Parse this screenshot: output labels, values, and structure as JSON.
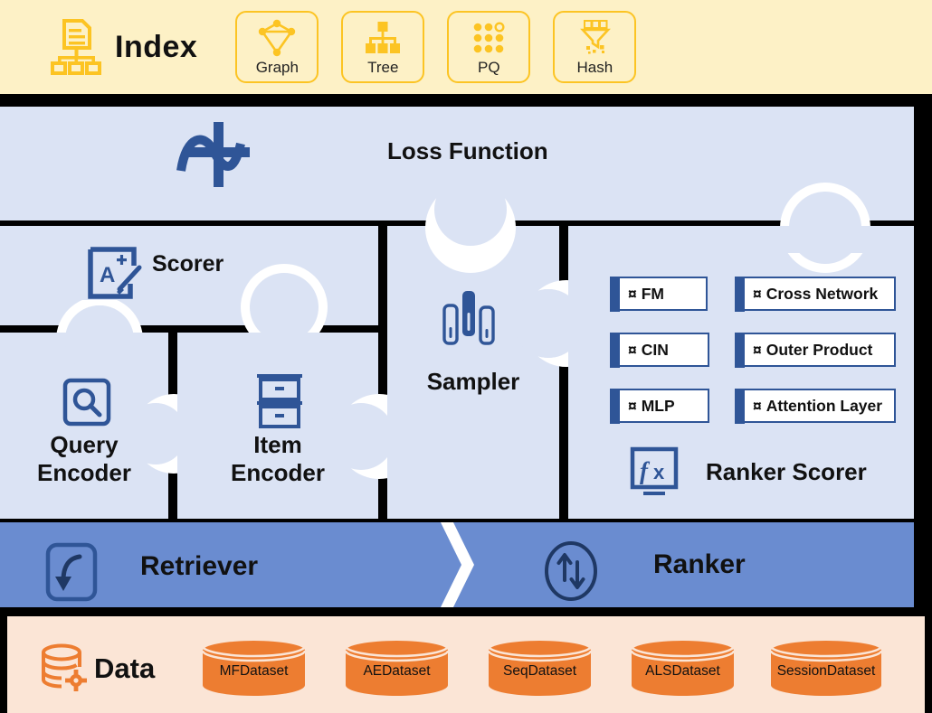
{
  "index": {
    "title": "Index",
    "icon": "index-document-tree-icon",
    "cards": [
      {
        "label": "Graph",
        "icon": "graph-nodes-icon"
      },
      {
        "label": "Tree",
        "icon": "tree-hierarchy-icon"
      },
      {
        "label": "PQ",
        "icon": "pq-dot-grid-icon"
      },
      {
        "label": "Hash",
        "icon": "hash-funnel-icon"
      }
    ]
  },
  "loss": {
    "title": "Loss Function",
    "icon": "function-curve-plus-icon"
  },
  "pieces": {
    "scorer": {
      "label": "Scorer",
      "icon": "grade-a-plus-icon"
    },
    "query_encoder": {
      "label": "Query\nEncoder",
      "label_line1": "Query",
      "label_line2": "Encoder",
      "icon": "search-box-icon"
    },
    "item_encoder": {
      "label": "Item\nEncoder",
      "label_line1": "Item",
      "label_line2": "Encoder",
      "icon": "storage-boxes-icon"
    },
    "sampler": {
      "label": "Sampler",
      "icon": "bar-chart-sampler-icon"
    },
    "ranker_scorer": {
      "label": "Ranker Scorer",
      "icon": "fx-formula-icon"
    }
  },
  "ranker_algos": {
    "bullet": "¤",
    "left": [
      "FM",
      "CIN",
      "MLP"
    ],
    "right": [
      "Cross Network",
      "Outer Product",
      "Attention Layer"
    ]
  },
  "band": {
    "retriever": {
      "label": "Retriever",
      "icon": "curved-arrow-down-icon"
    },
    "ranker": {
      "label": "Ranker",
      "icon": "up-down-arrows-circle-icon"
    }
  },
  "data": {
    "title": "Data",
    "icon": "database-gear-icon",
    "datasets": [
      "MFDataset",
      "AEDataset",
      "SeqDataset",
      "ALSDataset",
      "SessionDataset"
    ]
  },
  "colors": {
    "index_bg": "#fdf1c6",
    "index_accent": "#fcc423",
    "panel_blue": "#dbe3f4",
    "deep_blue": "#2f5597",
    "band_blue": "#6a8cd0",
    "data_bg": "#fbe5d6",
    "data_accent": "#ed7d31",
    "background": "#000000"
  }
}
